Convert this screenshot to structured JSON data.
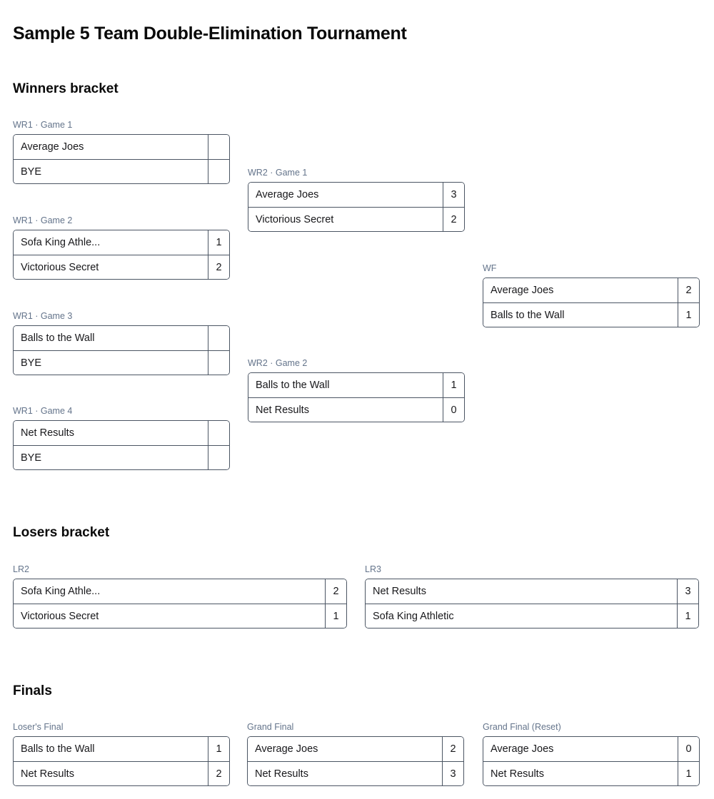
{
  "page": {
    "title": "Sample 5 Team Double-Elimination Tournament"
  },
  "sections": {
    "winners": {
      "heading": "Winners bracket"
    },
    "losers": {
      "heading": "Losers bracket"
    },
    "finals": {
      "heading": "Finals"
    }
  },
  "matches": {
    "wr1g1": {
      "label": "WR1 · Game 1",
      "top": {
        "name": "Average Joes",
        "score": ""
      },
      "bottom": {
        "name": "BYE",
        "score": ""
      }
    },
    "wr2g1": {
      "label": "WR2 · Game 1",
      "top": {
        "name": "Average Joes",
        "score": "3"
      },
      "bottom": {
        "name": "Victorious Secret",
        "score": "2"
      }
    },
    "wr1g2": {
      "label": "WR1 · Game 2",
      "top": {
        "name": "Sofa King Athle...",
        "score": "1"
      },
      "bottom": {
        "name": "Victorious Secret",
        "score": "2"
      }
    },
    "wf": {
      "label": "WF",
      "top": {
        "name": "Average Joes",
        "score": "2"
      },
      "bottom": {
        "name": "Balls to the Wall",
        "score": "1"
      }
    },
    "wr1g3": {
      "label": "WR1 · Game 3",
      "top": {
        "name": "Balls to the Wall",
        "score": ""
      },
      "bottom": {
        "name": "BYE",
        "score": ""
      }
    },
    "wr2g2": {
      "label": "WR2 · Game 2",
      "top": {
        "name": "Balls to the Wall",
        "score": "1"
      },
      "bottom": {
        "name": "Net Results",
        "score": "0"
      }
    },
    "wr1g4": {
      "label": "WR1 · Game 4",
      "top": {
        "name": "Net Results",
        "score": ""
      },
      "bottom": {
        "name": "BYE",
        "score": ""
      }
    },
    "lr2": {
      "label": "LR2",
      "top": {
        "name": "Sofa King Athle...",
        "score": "2"
      },
      "bottom": {
        "name": "Victorious Secret",
        "score": "1"
      }
    },
    "lr3": {
      "label": "LR3",
      "top": {
        "name": "Net Results",
        "score": "3"
      },
      "bottom": {
        "name": "Sofa King Athletic",
        "score": "1"
      }
    },
    "losers_final": {
      "label": "Loser's Final",
      "top": {
        "name": "Balls to the Wall",
        "score": "1"
      },
      "bottom": {
        "name": "Net Results",
        "score": "2"
      }
    },
    "grand_final": {
      "label": "Grand Final",
      "top": {
        "name": "Average Joes",
        "score": "2"
      },
      "bottom": {
        "name": "Net Results",
        "score": "3"
      }
    },
    "grand_final_reset": {
      "label": "Grand Final (Reset)",
      "top": {
        "name": "Average Joes",
        "score": "0"
      },
      "bottom": {
        "name": "Net Results",
        "score": "1"
      }
    }
  }
}
